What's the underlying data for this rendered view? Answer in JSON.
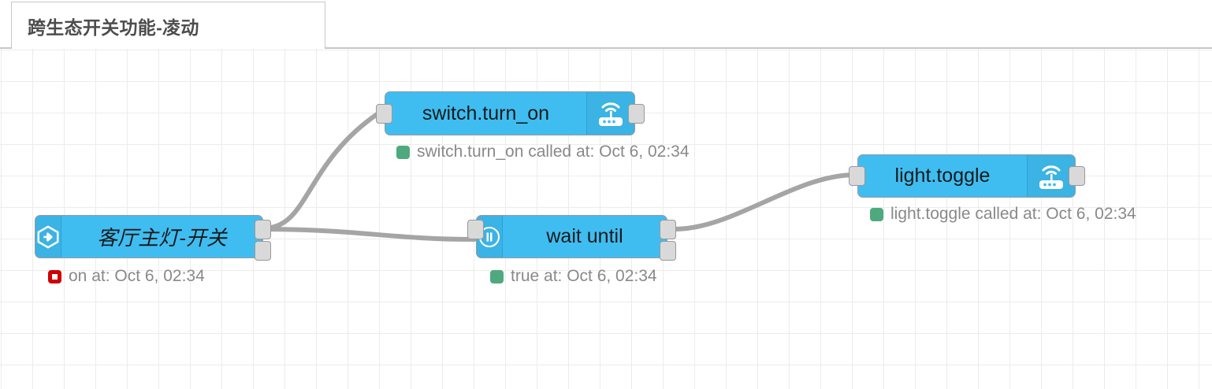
{
  "app": {
    "name": "node-red-flow-editor",
    "background": "#ffffff",
    "grid_color": "#ececec",
    "node_color": "#3FBDF1",
    "node_border_color": "#9a9a9a",
    "link_color": "#a5a5a5",
    "status_text_color": "#898989",
    "status_green": "#4ea97f",
    "status_red": "#cf0000"
  },
  "tabs": [
    {
      "label": "跨生态开关功能-凌动",
      "active": true
    }
  ],
  "nodes": [
    {
      "id": "switch-entity",
      "label": "客厅主灯-开关",
      "icon": "hexagon-arrow-icon",
      "icon_side": "left",
      "italic": true,
      "inputs": 0,
      "outputs": 2,
      "status": {
        "text": "on at: Oct 6, 02:34",
        "shape": "ring",
        "color": "#cf0000"
      }
    },
    {
      "id": "switch-turn-on",
      "label": "switch.turn_on",
      "icon": "router-wifi-icon",
      "icon_side": "right",
      "italic": false,
      "inputs": 1,
      "outputs": 1,
      "status": {
        "text": "switch.turn_on called at: Oct 6, 02:34",
        "shape": "dot",
        "color": "#4ea97f"
      }
    },
    {
      "id": "wait-until",
      "label": "wait until",
      "icon": "pause-circle-icon",
      "icon_side": "left",
      "italic": false,
      "inputs": 1,
      "outputs": 2,
      "status": {
        "text": "true at: Oct 6, 02:34",
        "shape": "dot",
        "color": "#4ea97f"
      }
    },
    {
      "id": "light-toggle",
      "label": "light.toggle",
      "icon": "router-wifi-icon",
      "icon_side": "right",
      "italic": false,
      "inputs": 1,
      "outputs": 1,
      "status": {
        "text": "light.toggle called at: Oct 6, 02:34",
        "shape": "dot",
        "color": "#4ea97f"
      }
    }
  ],
  "links": [
    {
      "from": "switch-entity",
      "to": "switch-turn-on"
    },
    {
      "from": "switch-entity",
      "to": "wait-until"
    },
    {
      "from": "wait-until",
      "to": "light-toggle"
    }
  ]
}
